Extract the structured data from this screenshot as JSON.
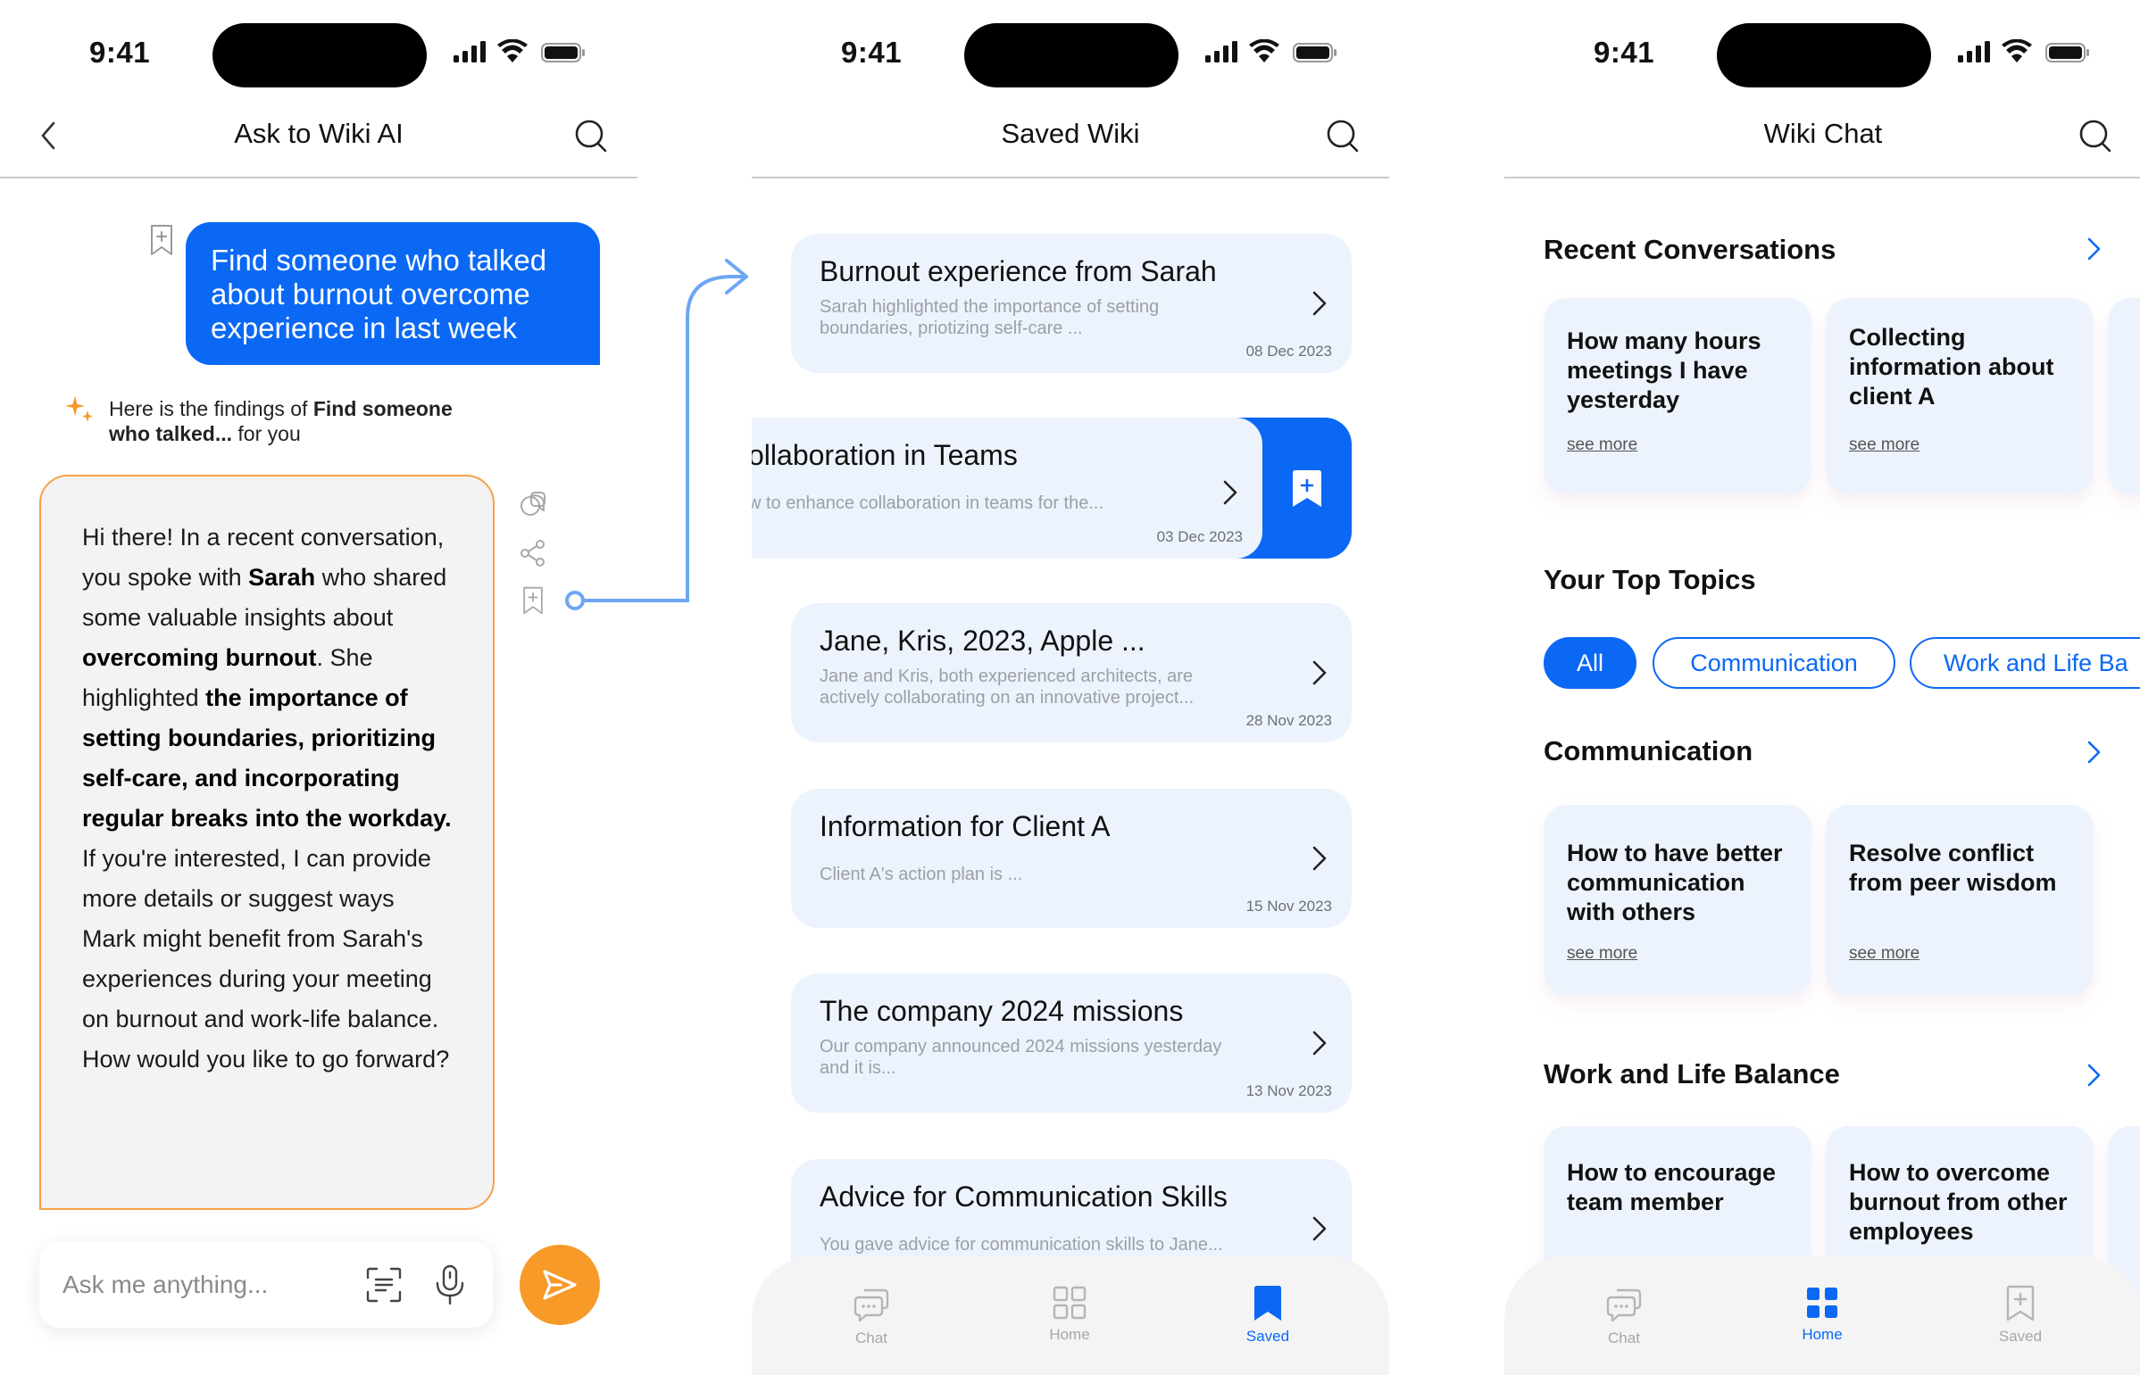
{
  "status": {
    "time": "9:41"
  },
  "screen1": {
    "title": "Ask to Wiki AI",
    "user_message": "Find someone who talked about burnout overcome experience in last week",
    "findings_prefix": "Here is the findings of ",
    "findings_bold": "Find someone who talked...",
    "findings_suffix": " for you",
    "ai_response": {
      "t1": "Hi there! In a recent conversation, you spoke with ",
      "b1": "Sarah",
      "t2": " who shared some valuable insights about ",
      "b2": "overcoming burnout",
      "t3": ". She highlighted ",
      "b3": "the importance of setting boundaries, prioritizing self-care, and incorporating regular breaks into the workday.",
      "t4": " If you're interested, I can provide more details or suggest ways Mark might benefit from Sarah's experiences during your meeting on burnout and work-life balance. How would you like to go forward?"
    },
    "input_placeholder": "Ask me anything..."
  },
  "screen2": {
    "title": "Saved Wiki",
    "items": [
      {
        "title": "Burnout experience from Sarah",
        "desc": "Sarah highlighted the importance of setting boundaries, priotizing self-care ...",
        "date": "08 Dec 2023"
      },
      {
        "title": "ollaboration in Teams",
        "desc": "w to enhance collaboration in teams for the...",
        "date": "03 Dec 2023"
      },
      {
        "title": "Jane, Kris, 2023, Apple ...",
        "desc": "Jane and Kris, both experienced architects, are actively collaborating on an innovative project...",
        "date": "28 Nov 2023"
      },
      {
        "title": "Information for Client A",
        "desc": "Client A's action plan is ...",
        "date": "15 Nov 2023"
      },
      {
        "title": "The company 2024 missions",
        "desc": "Our company announced 2024 missions yesterday and it is...",
        "date": "13 Nov 2023"
      },
      {
        "title": "Advice for Communication Skills",
        "desc": "You gave advice for communication skills to Jane...",
        "date": ""
      }
    ],
    "tabs": {
      "chat": "Chat",
      "home": "Home",
      "saved": "Saved"
    }
  },
  "screen3": {
    "title": "Wiki Chat",
    "recent_title": "Recent Conversations",
    "recent": [
      {
        "title": "How many hours meetings I have yesterday",
        "more": "see more"
      },
      {
        "title": "Collecting information about client A",
        "more": "see more"
      }
    ],
    "topics_title": "Your Top Topics",
    "chips": [
      "All",
      "Communication",
      "Work and Life Ba"
    ],
    "comm_title": "Communication",
    "comm": [
      {
        "title": "How to have better communication with others",
        "more": "see more"
      },
      {
        "title": "Resolve conflict from peer wisdom",
        "more": "see more"
      }
    ],
    "wlb_title": "Work and Life Balance",
    "wlb": [
      {
        "title": "How to encourage team member"
      },
      {
        "title": "How to overcome burnout from other employees"
      }
    ],
    "tabs": {
      "chat": "Chat",
      "home": "Home",
      "saved": "Saved"
    }
  },
  "colors": {
    "primary": "#0a68f5",
    "accent": "#f79a28",
    "card": "#edf3fd"
  }
}
